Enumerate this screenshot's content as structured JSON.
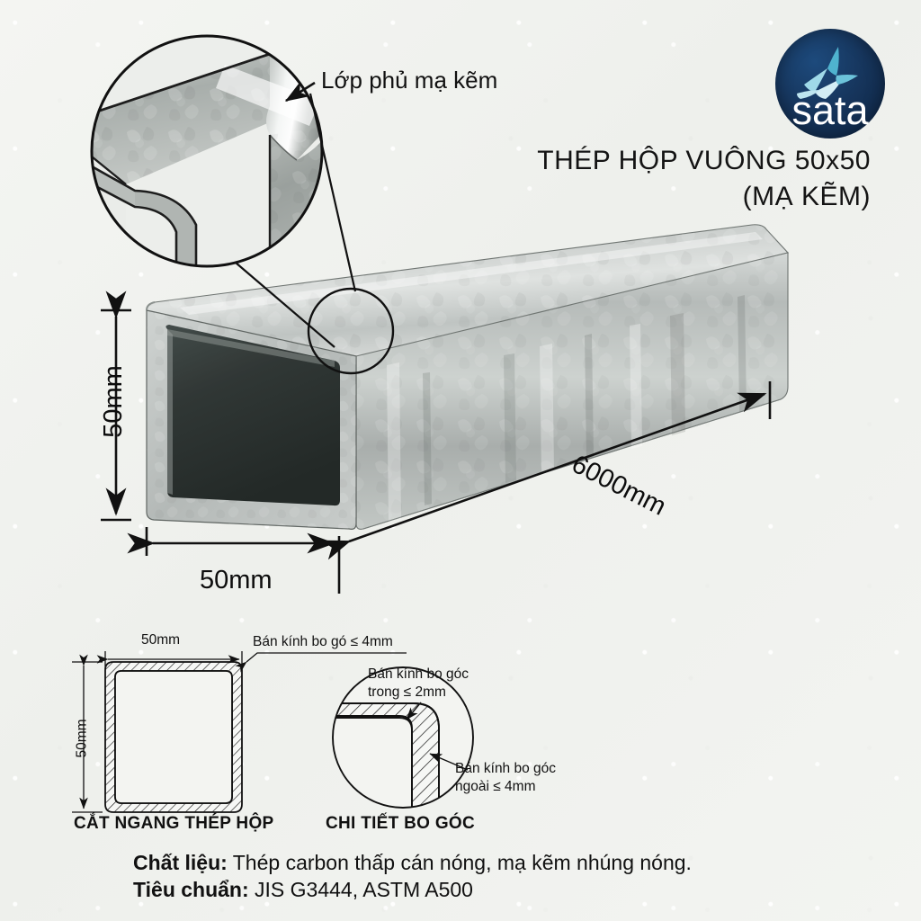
{
  "background_color": "#f2f3f0",
  "logo": {
    "name": "sata-logo",
    "wordmark": "sata",
    "circle_color": "#16355c",
    "bird_color": "#6fc7dd",
    "text_color": "#ffffff"
  },
  "title": {
    "line1": "THÉP HỘP VUÔNG 50x50",
    "line2": "(MẠ KẼM)"
  },
  "callout": {
    "coating_label": "Lớp phủ mạ kẽm"
  },
  "dimensions": {
    "height": "50mm",
    "width": "50mm",
    "length": "6000mm"
  },
  "cross_section": {
    "caption": "CẮT NGANG THÉP HỘP",
    "width_label": "50mm",
    "height_label": "50mm",
    "corner_radius_label": "Bán kính bo gó ≤ 4mm"
  },
  "corner_detail": {
    "caption": "CHI TIẾT BO GÓC",
    "inner_radius_line1": "Bán kính bo góc",
    "inner_radius_line2": "trong ≤ 2mm",
    "outer_radius_line1": "Bán kính bo góc",
    "outer_radius_line2": "ngoài ≤ 4mm"
  },
  "footer": {
    "material_key": "Chất liệu:",
    "material_value": " Thép carbon thấp cán nóng, mạ kẽm nhúng nóng.",
    "standard_key": "Tiêu chuẩn:",
    "standard_value": " JIS G3444, ASTM A500"
  }
}
